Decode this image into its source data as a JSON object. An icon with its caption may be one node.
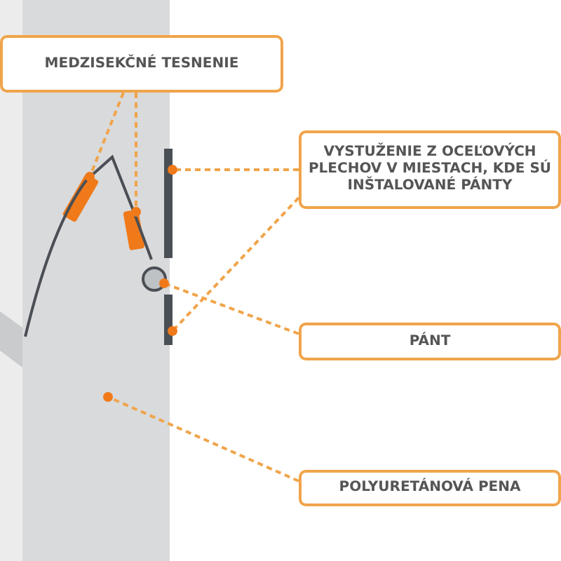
{
  "diagram": {
    "nodes": [
      {
        "text": [
          "MEDZISEKČNÉ TESNENIE"
        ]
      },
      {
        "text": [
          "VYSTUŽENIE Z OCEĽOVÝCH PLECHOV V MIESTACH, KDE SÚ INŠTALOVANÉ PÁNTY"
        ]
      },
      {
        "text": [
          "PÁNT"
        ]
      },
      {
        "text": [
          "POLYURETÁNOVÁ PENA"
        ]
      },
      {
        "text": [],
        "shape": "box"
      },
      {
        "text": [],
        "shape": "box",
        "in": 4
      },
      {
        "text": [],
        "shape": "box",
        "in": 4
      },
      {
        "text": [],
        "shape": "bar"
      },
      {
        "text": [],
        "shape": "bar"
      },
      {
        "text": [],
        "shape": "circle",
        "in": 4
      }
    ],
    "edges": [
      {
        "from": 0,
        "to": 5,
        "arrow": "other",
        "style": "dashed"
      },
      {
        "from": 0,
        "to": 6,
        "arrow": "other",
        "style": "dashed"
      },
      {
        "from": 1,
        "to": 7,
        "arrow": "other",
        "style": "dashed"
      },
      {
        "from": 1,
        "to": 8,
        "arrow": "other",
        "style": "dashed"
      },
      {
        "from": 2,
        "to": 9,
        "arrow": "other",
        "style": "dashed"
      },
      {
        "from": 3,
        "to": 4,
        "arrow": "other",
        "style": "dashed"
      }
    ]
  }
}
